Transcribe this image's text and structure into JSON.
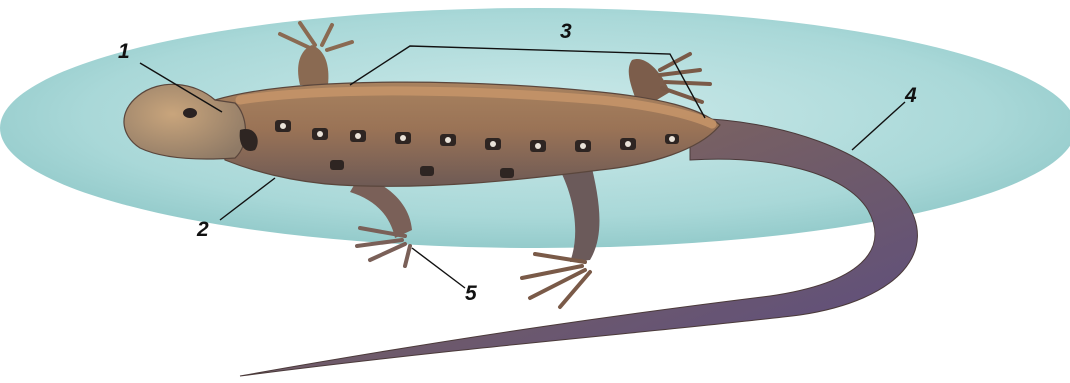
{
  "figure": {
    "labels": [
      {
        "id": "1",
        "text": "1"
      },
      {
        "id": "2",
        "text": "2"
      },
      {
        "id": "3",
        "text": "3"
      },
      {
        "id": "4",
        "text": "4"
      },
      {
        "id": "5",
        "text": "5"
      }
    ]
  },
  "colors": {
    "backdrop": "#a9d8d8",
    "body": "#9b7a5c",
    "stripe": "#c49468",
    "spots": "#2e2522",
    "tail_tip": "#5b4c82"
  }
}
